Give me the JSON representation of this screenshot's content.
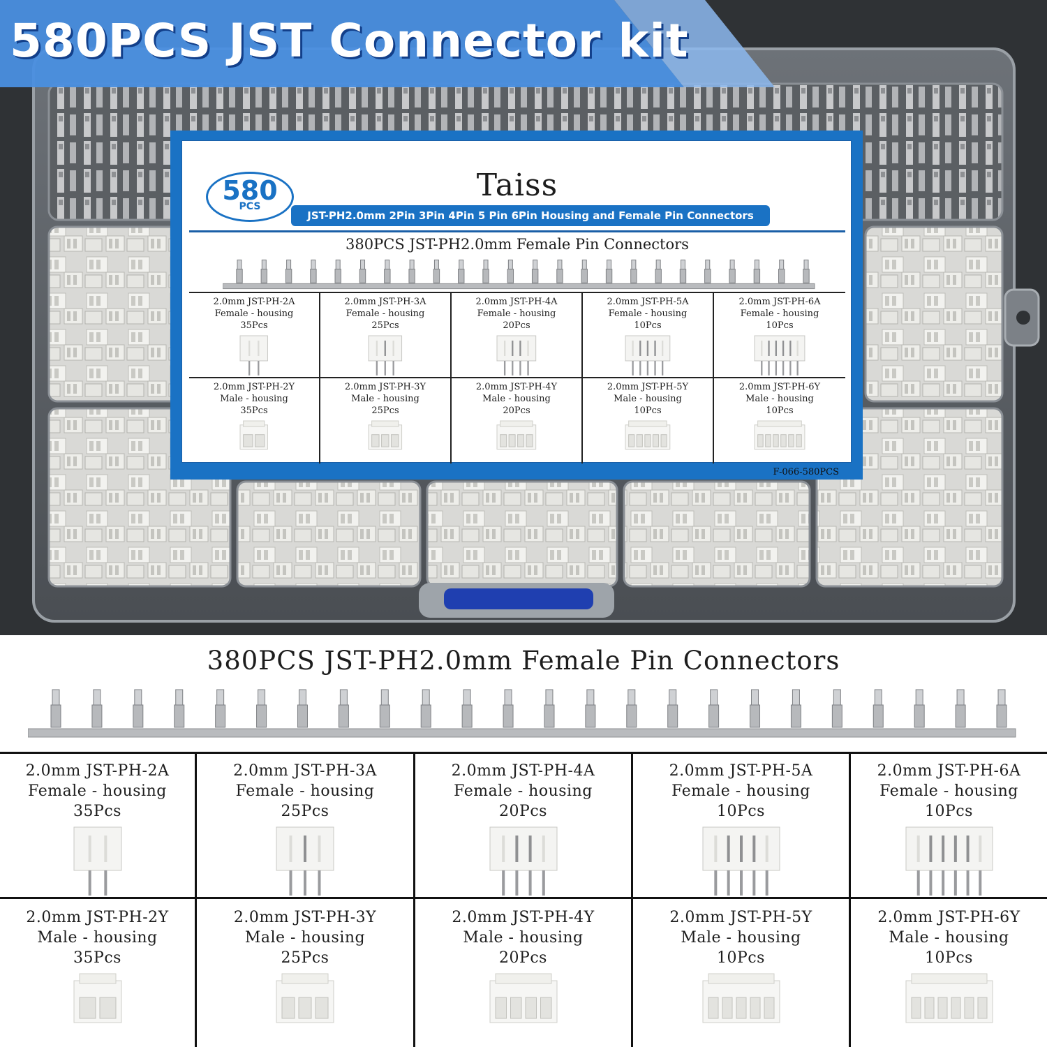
{
  "banner": {
    "title": "580PCS JST Connector kit",
    "color": "#4a8fe0"
  },
  "card": {
    "badge_number": "580",
    "badge_unit": "PCS",
    "brand": "Taiss",
    "subtitle": "JST-PH2.0mm 2Pin 3Pin 4Pin 5 Pin 6Pin Housing and Female Pin Connectors",
    "pins_title": "380PCS JST-PH2.0mm Female Pin Connectors",
    "code": "F-066-580PCS",
    "accent": "#1a72c4"
  },
  "pins_title": "380PCS JST-PH2.0mm Female Pin Connectors",
  "items": [
    {
      "model": "2.0mm JST-PH-2A",
      "type": "Female - housing",
      "qty": "35Pcs",
      "pins": 2,
      "kind": "female"
    },
    {
      "model": "2.0mm JST-PH-3A",
      "type": "Female - housing",
      "qty": "25Pcs",
      "pins": 3,
      "kind": "female"
    },
    {
      "model": "2.0mm JST-PH-4A",
      "type": "Female - housing",
      "qty": "20Pcs",
      "pins": 4,
      "kind": "female"
    },
    {
      "model": "2.0mm JST-PH-5A",
      "type": "Female - housing",
      "qty": "10Pcs",
      "pins": 5,
      "kind": "female"
    },
    {
      "model": "2.0mm JST-PH-6A",
      "type": "Female - housing",
      "qty": "10Pcs",
      "pins": 6,
      "kind": "female"
    },
    {
      "model": "2.0mm JST-PH-2Y",
      "type": "Male - housing",
      "qty": "35Pcs",
      "pins": 2,
      "kind": "male"
    },
    {
      "model": "2.0mm JST-PH-3Y",
      "type": "Male - housing",
      "qty": "25Pcs",
      "pins": 3,
      "kind": "male"
    },
    {
      "model": "2.0mm JST-PH-4Y",
      "type": "Male - housing",
      "qty": "20Pcs",
      "pins": 4,
      "kind": "male"
    },
    {
      "model": "2.0mm JST-PH-5Y",
      "type": "Male - housing",
      "qty": "10Pcs",
      "pins": 5,
      "kind": "male"
    },
    {
      "model": "2.0mm JST-PH-6Y",
      "type": "Male - housing",
      "qty": "10Pcs",
      "pins": 6,
      "kind": "male"
    }
  ]
}
